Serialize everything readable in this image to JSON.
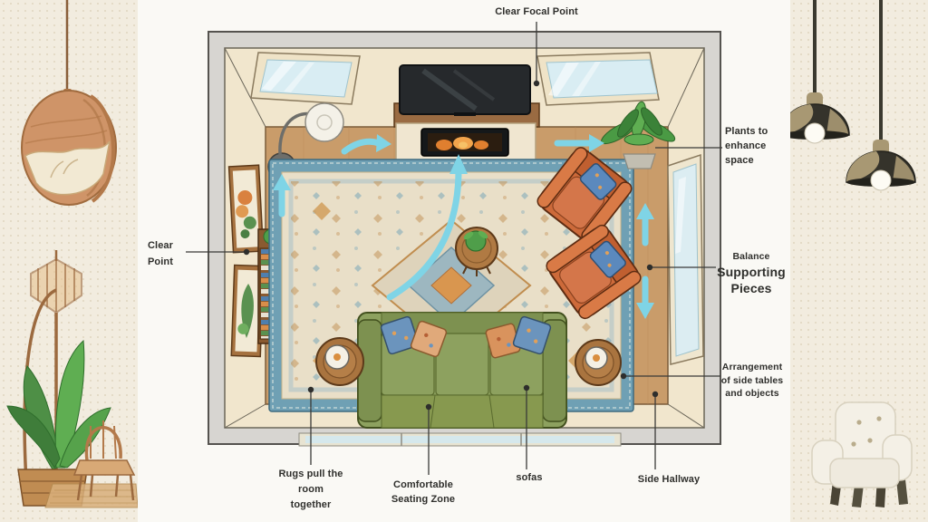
{
  "diagram": {
    "labels": {
      "focal": [
        "Clear Focal Point"
      ],
      "clear_point": [
        "Clear",
        "Point"
      ],
      "plants": [
        "Plants to",
        "enhance",
        "space"
      ],
      "balance": [
        "Balance",
        "Supporting",
        "Pieces"
      ],
      "arrangement": [
        "Arrangement",
        "of side tables",
        "and objects"
      ],
      "rugs": [
        "Rugs pull the",
        "room",
        "together"
      ],
      "seating": [
        "Comfortable",
        "Seating Zone"
      ],
      "sofas": [
        "sofas"
      ],
      "hallway": [
        "Side Hallway"
      ]
    },
    "colors": {
      "arrow_accent": "#7fd4e6",
      "sofa_green": "#8da15f",
      "armchair_orange": "#cd6a3a",
      "rug_blue": "#6fa0b4",
      "rug_cream": "#e9dfc8",
      "wall_gray": "#d7d5d1",
      "floor_wood": "#c99c6a",
      "label_text": "#2f2f2c",
      "panel_cream": "#f2ecdf"
    },
    "decor": {
      "left": [
        "hanging-egg-chair",
        "rattan-floor-lamp",
        "potted-plant",
        "rattan-chair"
      ],
      "right": [
        "pendant-lamps",
        "white-armchair"
      ]
    }
  }
}
